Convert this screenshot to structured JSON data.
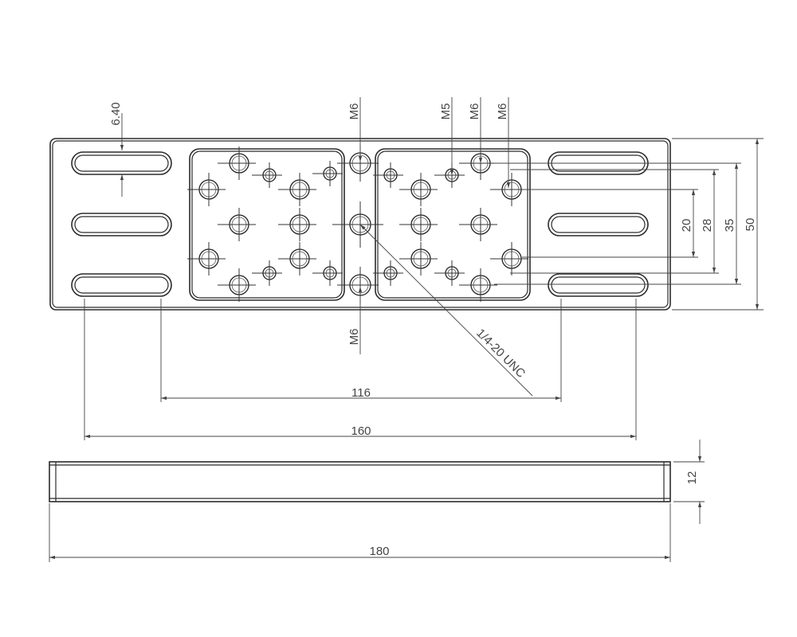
{
  "dimensions": {
    "slot_height": "6.40",
    "slot_inner_span": "116",
    "slot_outer_span": "160",
    "overall_length": "180",
    "thickness": "12",
    "row_20": "20",
    "row_28": "28",
    "row_35": "35",
    "width_50": "50"
  },
  "callouts": {
    "top_center": "M6",
    "top_m5": "M5",
    "top_m6_a": "M6",
    "top_m6_b": "M6",
    "bottom_center": "M6",
    "center_tripod": "1/4-20 UNC"
  }
}
